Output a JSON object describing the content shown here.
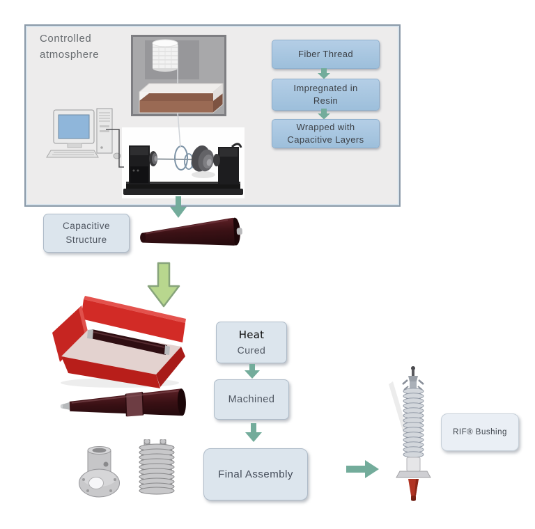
{
  "diagram_title": "RIF bushing manufacturing process flow",
  "atmosphere": {
    "label": "Controlled\natmosphere"
  },
  "steps": {
    "fiber_thread": "Fiber Thread",
    "impregnated": "Impregnated in\nResin",
    "wrapped": "Wrapped with\nCapacitive Layers"
  },
  "labels": {
    "capacitive_structure": "Capacitive\nStructure",
    "heat": "Heat",
    "cured": "Cured",
    "machined": "Machined",
    "final_assembly": "Final Assembly",
    "bushing": "RIF® Bushing"
  },
  "icons": {
    "flow_arrow_down_icon": "⬇",
    "flow_arrow_right_icon": "➡",
    "process_arrow_down_icon": "⇩"
  },
  "colors": {
    "teal_arrow": "#73ac9b",
    "green_arrow_fill": "#b8d78e",
    "green_arrow_stroke": "#87a47b",
    "step_box_fill": "#a9c7e2",
    "step_box_border": "#8fafcc",
    "label_box_fill": "#dce5ed",
    "label_box_border": "#aebbc8",
    "mold_red": "#d22b26",
    "body_maroon": "#3a1115",
    "cone_red": "#b13423",
    "resin_brown": "#9a6a54"
  }
}
